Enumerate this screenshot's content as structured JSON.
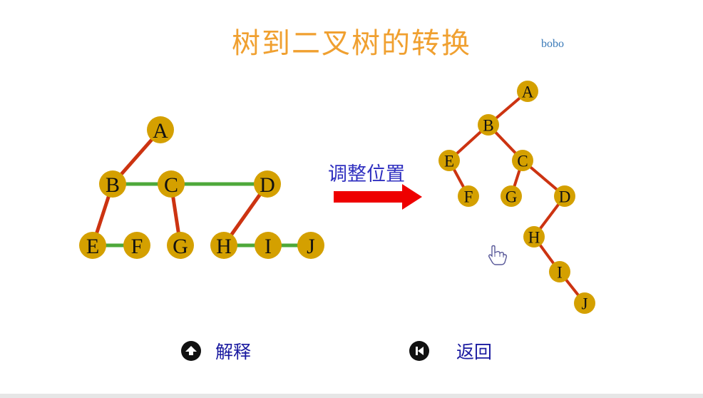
{
  "title": "树到二叉树的转换",
  "author": "bobo",
  "arrow_label": "调整位置",
  "buttons": {
    "explain": "解释",
    "back": "返回"
  },
  "colors": {
    "node_fill": "#d4a000",
    "parent_edge": "#cc3311",
    "sibling_edge": "#4ea83a",
    "arrow": "#ee0000",
    "title": "#f0a030"
  },
  "icons": {
    "explain": "up-arrow-icon",
    "back": "skip-back-icon",
    "cursor": "hand-pointer-icon"
  },
  "tree": {
    "nodes": [
      "A",
      "B",
      "C",
      "D",
      "E",
      "F",
      "G",
      "H",
      "I",
      "J"
    ],
    "child_links": [
      [
        "A",
        "B"
      ],
      [
        "B",
        "E"
      ],
      [
        "C",
        "G"
      ],
      [
        "D",
        "H"
      ]
    ],
    "sibling_links": [
      [
        "B",
        "C"
      ],
      [
        "C",
        "D"
      ],
      [
        "E",
        "F"
      ],
      [
        "H",
        "I"
      ],
      [
        "I",
        "J"
      ]
    ]
  },
  "binary_tree": {
    "nodes": [
      "A",
      "B",
      "C",
      "D",
      "E",
      "F",
      "G",
      "H",
      "I",
      "J"
    ],
    "links": [
      [
        "A",
        "B"
      ],
      [
        "B",
        "E"
      ],
      [
        "B",
        "C"
      ],
      [
        "E",
        "F"
      ],
      [
        "C",
        "G"
      ],
      [
        "C",
        "D"
      ],
      [
        "D",
        "H"
      ],
      [
        "H",
        "I"
      ],
      [
        "I",
        "J"
      ]
    ]
  }
}
